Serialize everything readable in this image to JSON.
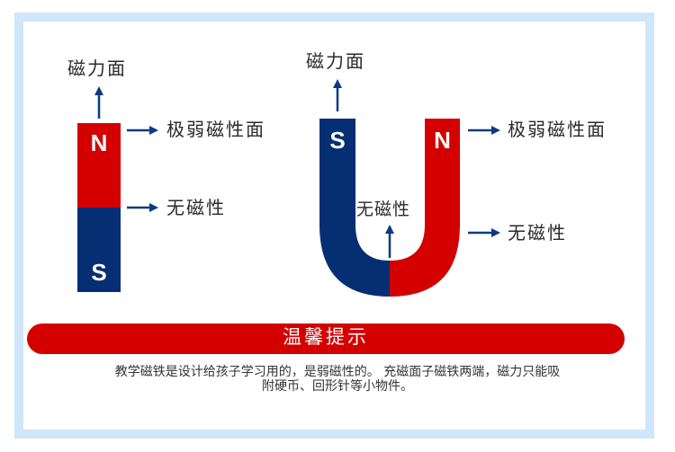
{
  "colors": {
    "north_red": "#d40000",
    "south_blue": "#062f73",
    "arrow_blue": "#0b3a80",
    "frame_blue": "#cfe6fb",
    "banner_red": "#d40000"
  },
  "bar_magnet": {
    "top_label": "磁力面",
    "north_pole": "N",
    "south_pole": "S",
    "north_face_label": "极弱磁性面",
    "middle_label": "无磁性"
  },
  "u_magnet": {
    "top_label": "磁力面",
    "left_pole": "S",
    "right_pole": "N",
    "north_face_label": "极弱磁性面",
    "inner_label": "无磁性",
    "bend_label": "无磁性"
  },
  "tip": {
    "title": "温馨提示",
    "line1": "教学磁铁是设计给孩子学习用的，是弱磁性的。 充磁面子磁铁两端，磁力只能吸",
    "line2": "附硬币、回形针等小物件。"
  }
}
